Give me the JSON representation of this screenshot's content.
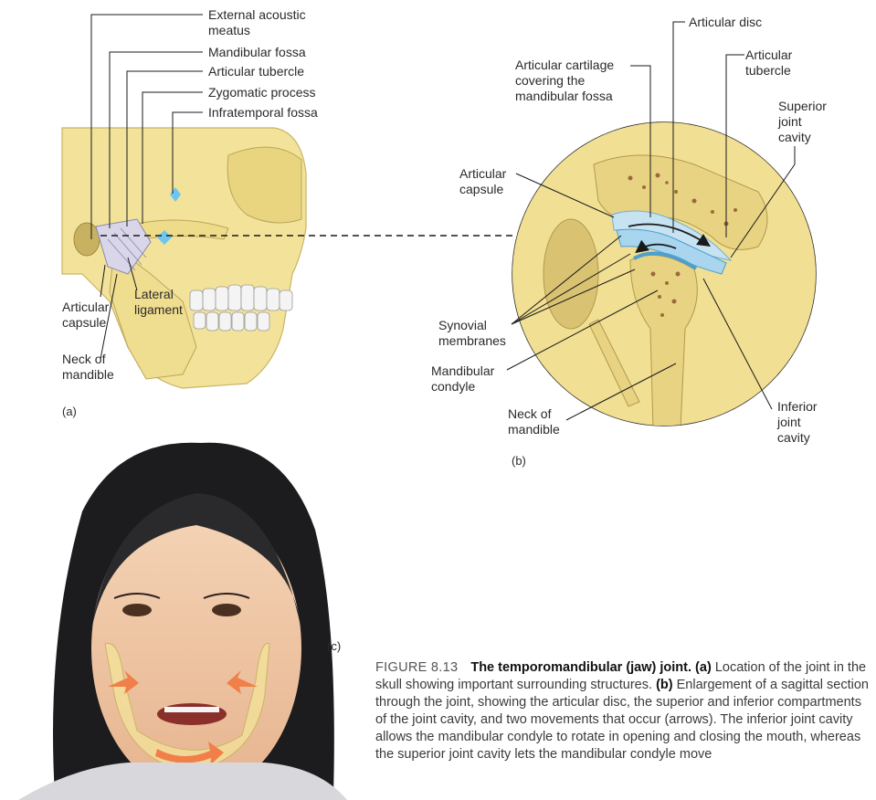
{
  "panel_a": {
    "letter": "(a)",
    "labels": {
      "external_acoustic_meatus": "External acoustic\nmeatus",
      "mandibular_fossa": "Mandibular fossa",
      "articular_tubercle": "Articular tubercle",
      "zygomatic_process": "Zygomatic process",
      "infratemporal_fossa": "Infratemporal fossa",
      "articular_capsule": "Articular\ncapsule",
      "lateral_ligament": "Lateral\nligament",
      "neck_of_mandible": "Neck of\nmandible"
    }
  },
  "panel_b": {
    "letter": "(b)",
    "labels": {
      "articular_disc": "Articular disc",
      "articular_cartilage": "Articular cartilage\ncovering the\nmandibular fossa",
      "articular_tubercle": "Articular\ntubercle",
      "superior_joint_cavity": "Superior\njoint\ncavity",
      "articular_capsule": "Articular\ncapsule",
      "synovial_membranes": "Synovial\nmembranes",
      "mandibular_condyle": "Mandibular\ncondyle",
      "neck_of_mandible": "Neck of\nmandible",
      "inferior_joint_cavity": "Inferior\njoint\ncavity"
    }
  },
  "panel_c": {
    "letter": "(c)"
  },
  "caption": {
    "figure": "FIGURE 8.13",
    "title": "The temporomandibular (jaw) joint.",
    "part_a_letter": "(a)",
    "part_a": "Location of the joint in the skull showing important surrounding structures.",
    "part_b_letter": "(b)",
    "part_b": "Enlargement of a sagittal section through the joint, showing the articular disc, the superior and inferior compartments of the joint cavity, and two movements that occur (arrows). The inferior joint cavity allows the mandibular condyle to rotate in opening and closing the mouth, whereas the superior joint cavity lets the mandibular condyle move"
  },
  "colors": {
    "bone": "#f3e39a",
    "disc": "#a9d5ee",
    "cartilage": "#c7e3f2",
    "hair": "#1c1c1e",
    "skin": "#f2c9a6"
  }
}
